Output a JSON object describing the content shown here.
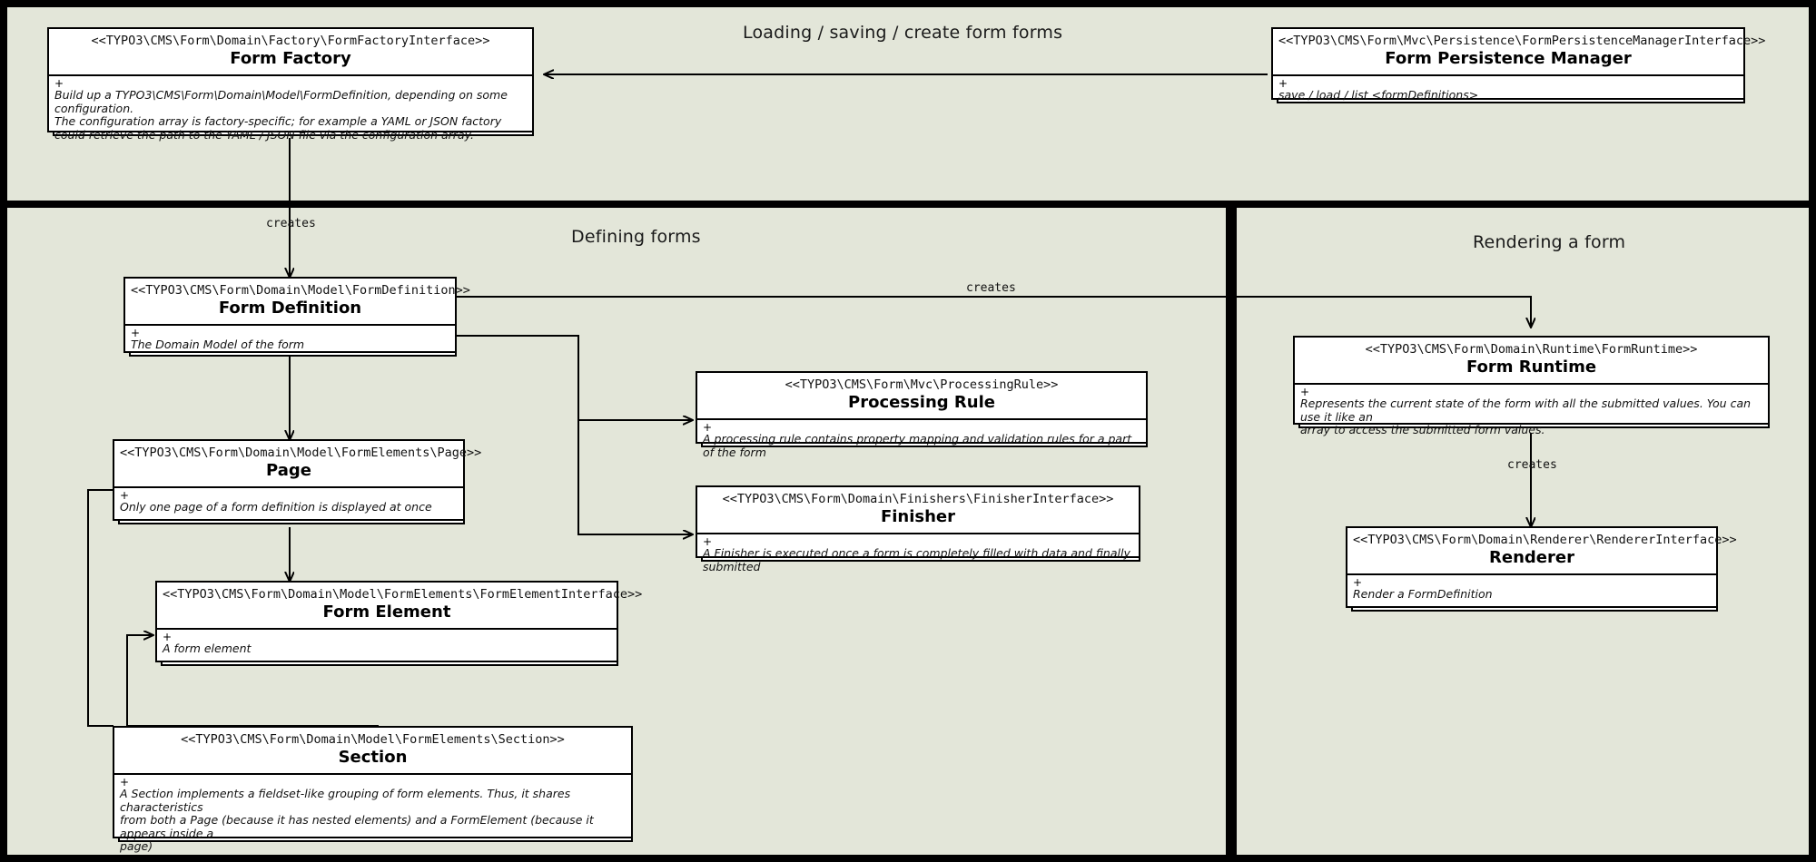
{
  "panels": {
    "top": {
      "title": "Loading / saving / create form forms"
    },
    "defining": {
      "title": "Defining forms"
    },
    "rendering": {
      "title": "Rendering a form"
    }
  },
  "classes": {
    "form_factory": {
      "namespace": "<<TYPO3\\CMS\\Form\\Domain\\Factory\\FormFactoryInterface>>",
      "name": "Form Factory",
      "visibility": "+",
      "description": "Build up a TYPO3\\CMS\\Form\\Domain\\Model\\FormDefinition, depending on some configuration.\nThe configuration array is factory-specific; for example a YAML or JSON factory\ncould retrieve the path to the YAML / JSON file via the configuration array."
    },
    "form_persistence_manager": {
      "namespace": "<<TYPO3\\CMS\\Form\\Mvc\\Persistence\\FormPersistenceManagerInterface>>",
      "name": "Form Persistence Manager",
      "visibility": "+",
      "description": "save / load / list <formDefinitions>"
    },
    "form_definition": {
      "namespace": "<<TYPO3\\CMS\\Form\\Domain\\Model\\FormDefinition>>",
      "name": "Form Definition",
      "visibility": "+",
      "description": "The Domain Model of the form"
    },
    "page": {
      "namespace": "<<TYPO3\\CMS\\Form\\Domain\\Model\\FormElements\\Page>>",
      "name": "Page",
      "visibility": "+",
      "description": "Only one page of a form definition is displayed at once"
    },
    "form_element": {
      "namespace": "<<TYPO3\\CMS\\Form\\Domain\\Model\\FormElements\\FormElementInterface>>",
      "name": "Form Element",
      "visibility": "+",
      "description": "A form element"
    },
    "section": {
      "namespace": "<<TYPO3\\CMS\\Form\\Domain\\Model\\FormElements\\Section>>",
      "name": "Section",
      "visibility": "+",
      "description": "A Section implements a fieldset-like grouping of form elements. Thus, it shares characteristics\nfrom both a Page (because it has nested elements) and a FormElement (because it appears inside a\npage)"
    },
    "processing_rule": {
      "namespace": "<<TYPO3\\CMS\\Form\\Mvc\\ProcessingRule>>",
      "name": "Processing Rule",
      "visibility": "+",
      "description": "A processing rule contains property mapping and validation rules for a part of the form"
    },
    "finisher": {
      "namespace": "<<TYPO3\\CMS\\Form\\Domain\\Finishers\\FinisherInterface>>",
      "name": "Finisher",
      "visibility": "+",
      "description": "A Finisher is executed once a form is completely filled with data and finally submitted"
    },
    "form_runtime": {
      "namespace": "<<TYPO3\\CMS\\Form\\Domain\\Runtime\\FormRuntime>>",
      "name": "Form Runtime",
      "visibility": "+",
      "description": "Represents the current state of the form with all the submitted values. You can use it like an\narray to access the submitted form values."
    },
    "renderer": {
      "namespace": "<<TYPO3\\CMS\\Form\\Domain\\Renderer\\RendererInterface>>",
      "name": "Renderer",
      "visibility": "+",
      "description": "Render a FormDefinition"
    }
  },
  "edges": {
    "factory_creates_definition": "creates",
    "definition_creates_runtime": "creates",
    "runtime_creates_renderer": "creates"
  },
  "colors": {
    "panel_background": "#e3e6d9",
    "panel_border": "#000000",
    "box_fill": "#ffffff",
    "box_border": "#000000",
    "text": "#111111"
  }
}
